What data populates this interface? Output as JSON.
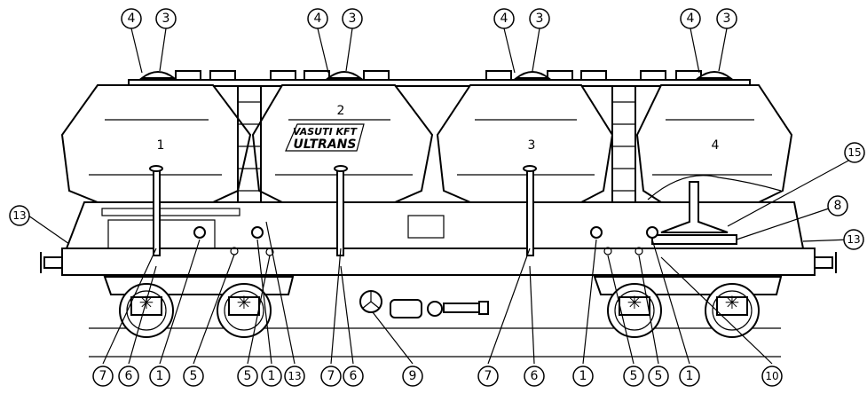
{
  "diagram": {
    "hopper_numbers": [
      "1",
      "2",
      "3",
      "4"
    ],
    "logo": {
      "line1": "VASUTI KFT",
      "line2": "ULTRANS"
    },
    "callouts_top": [
      "4",
      "3",
      "4",
      "3",
      "4",
      "3",
      "4",
      "3"
    ],
    "callouts_bottom": [
      "7",
      "6",
      "1",
      "5",
      "5",
      "1",
      "13",
      "7",
      "6",
      "9",
      "7",
      "6",
      "1",
      "5",
      "5",
      "1",
      "10"
    ],
    "callouts_side": [
      "13",
      "15",
      "8",
      "13"
    ]
  }
}
